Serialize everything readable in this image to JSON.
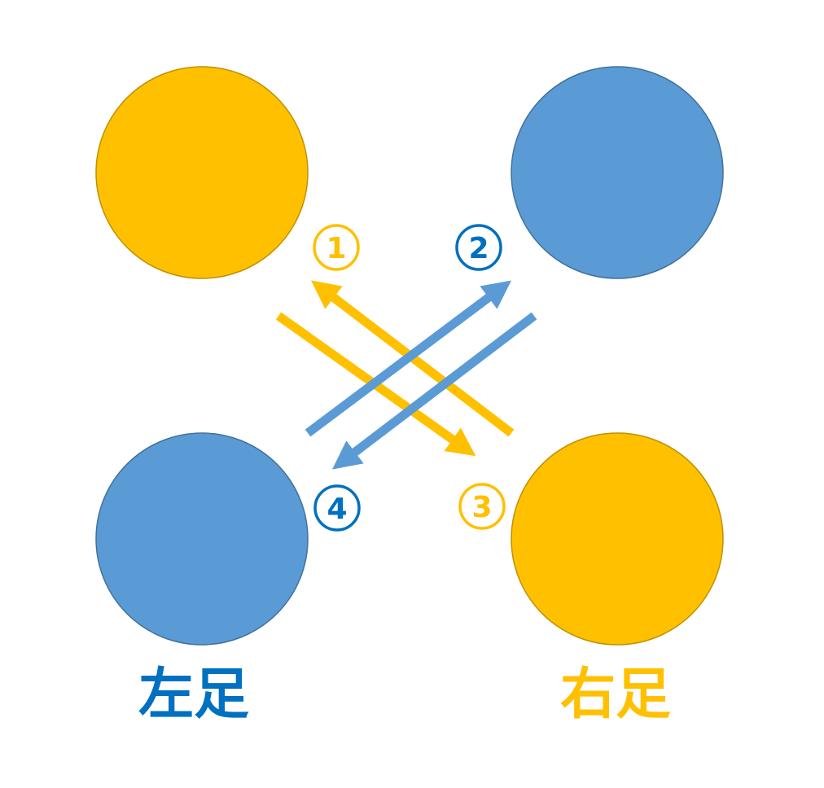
{
  "colors": {
    "yellow": "#FFC000",
    "yellow_stroke": "#C09000",
    "blue": "#5B9BD5",
    "blue_stroke": "#41719C",
    "left_label": "#0070C0",
    "right_label": "#FFC000",
    "step_blue": "#0070C0",
    "step_yellow": "#FFC000"
  },
  "steps": [
    {
      "num": "1",
      "color": "yellow"
    },
    {
      "num": "2",
      "color": "blue"
    },
    {
      "num": "3",
      "color": "yellow"
    },
    {
      "num": "4",
      "color": "blue"
    }
  ],
  "labels": {
    "left_foot": "左足",
    "right_foot": "右足"
  }
}
